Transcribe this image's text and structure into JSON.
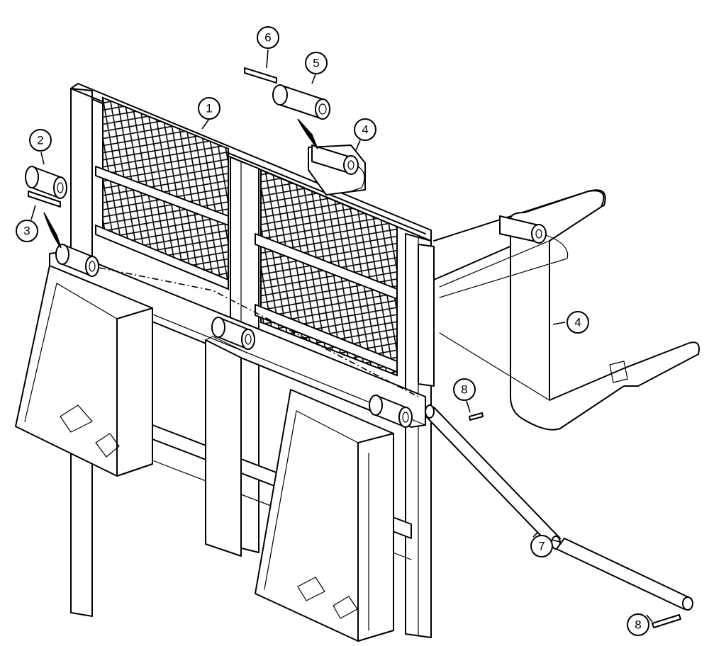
{
  "diagram": {
    "callouts": [
      {
        "id": "c1",
        "label": "1"
      },
      {
        "id": "c2",
        "label": "2"
      },
      {
        "id": "c3",
        "label": "3"
      },
      {
        "id": "c4a",
        "label": "4"
      },
      {
        "id": "c4b",
        "label": "4"
      },
      {
        "id": "c5",
        "label": "5"
      },
      {
        "id": "c6",
        "label": "6"
      },
      {
        "id": "c7",
        "label": "7"
      },
      {
        "id": "c8a",
        "label": "8"
      },
      {
        "id": "c8b",
        "label": "8"
      }
    ]
  }
}
